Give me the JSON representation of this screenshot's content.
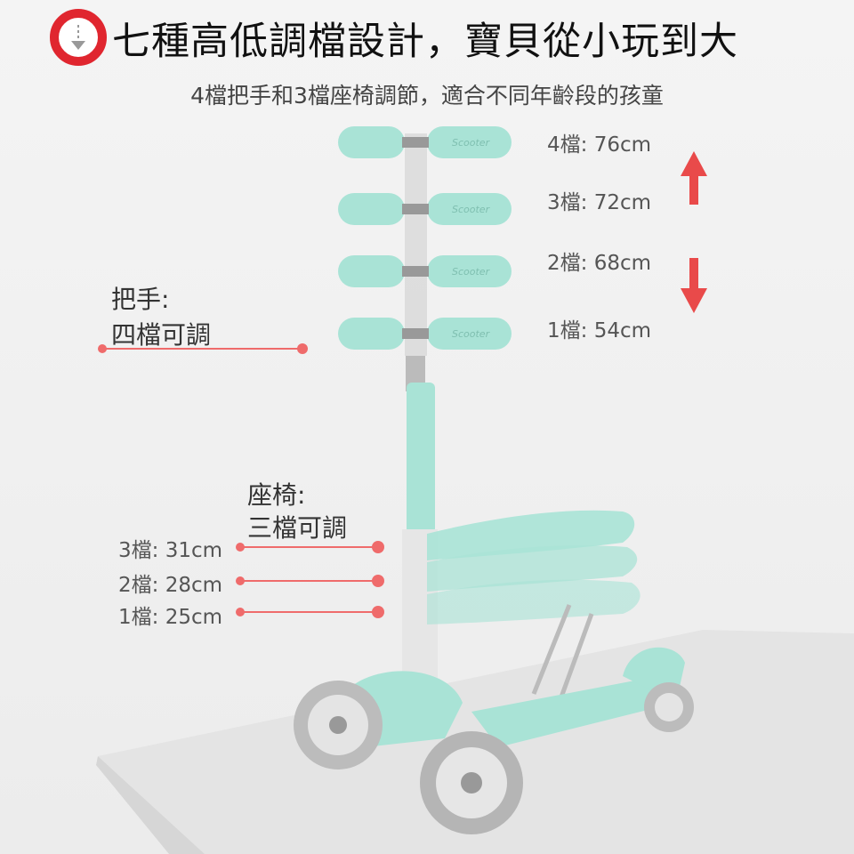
{
  "header": {
    "icon": "download-arrow-icon",
    "title": "七種高低調檔設計，寶貝從小玩到大",
    "subtitle": "4檔把手和3檔座椅調節，適合不同年齡段的孩童"
  },
  "handlebar": {
    "label_line1": "把手:",
    "label_line2": "四檔可調",
    "levels": [
      "4檔: 76cm",
      "3檔: 72cm",
      "2檔: 68cm",
      "1檔: 54cm"
    ],
    "grip_text": "Scooter"
  },
  "seat": {
    "label_line1": "座椅:",
    "label_line2": "三檔可調",
    "levels": [
      "3檔: 31cm",
      "2檔: 28cm",
      "1檔: 25cm"
    ]
  },
  "colors": {
    "accent": "#e0262f",
    "mint": "#a9e3d6",
    "line": "#ef6b6b"
  }
}
